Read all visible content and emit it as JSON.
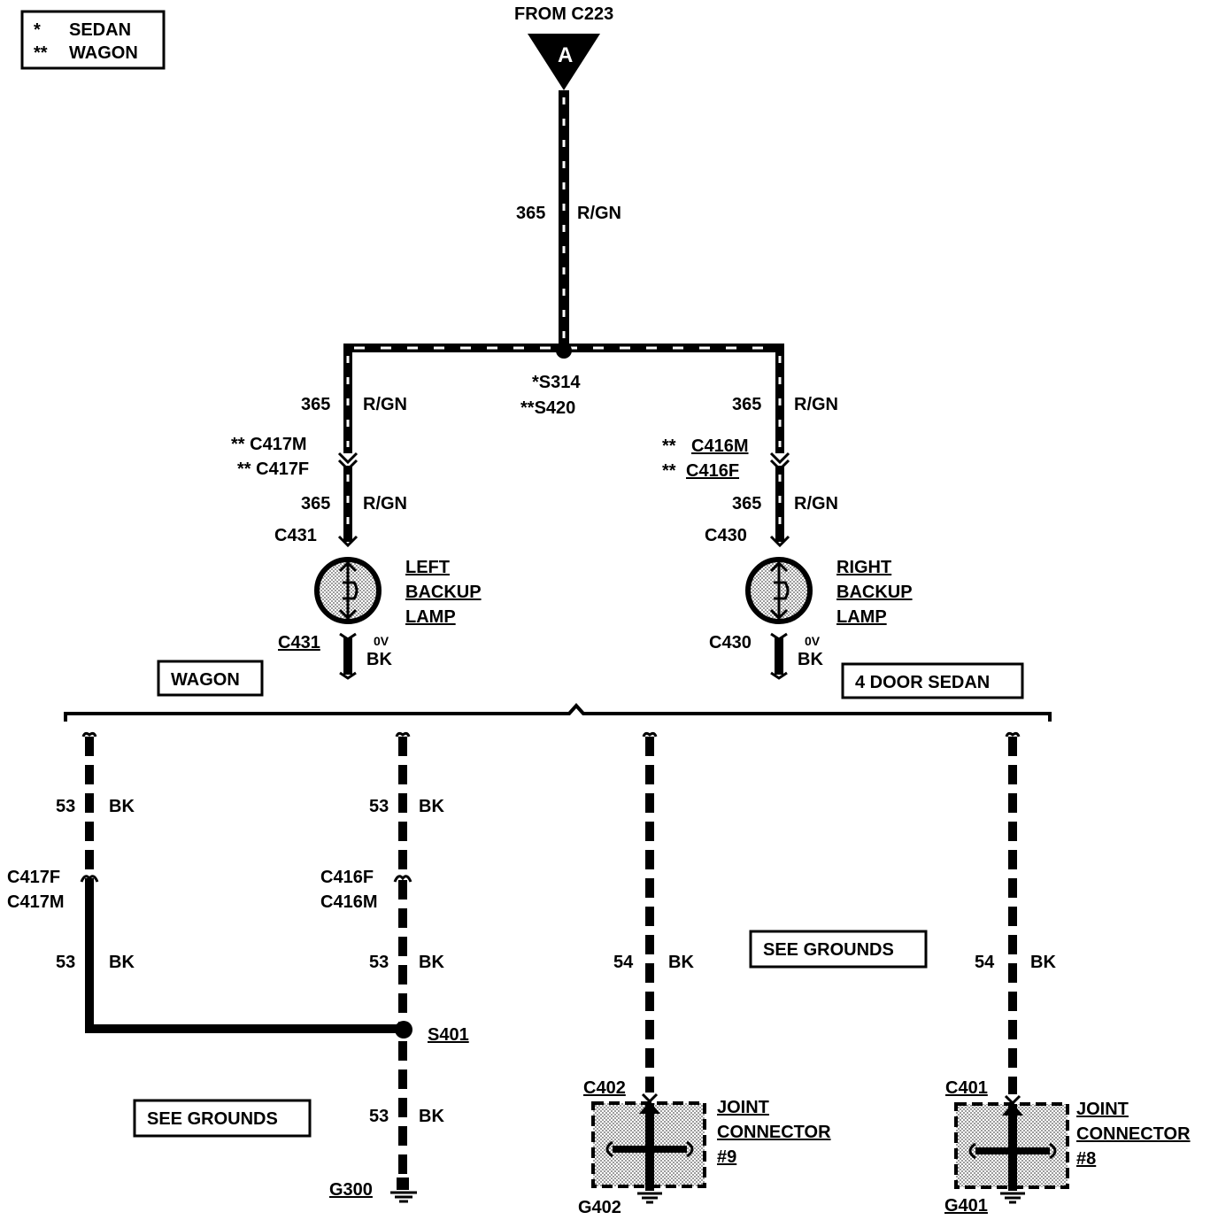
{
  "legend": {
    "sedan_symbol": "*",
    "sedan_label": "SEDAN",
    "wagon_symbol": "**",
    "wagon_label": "WAGON"
  },
  "source": {
    "label": "FROM C223",
    "connector_letter": "A"
  },
  "main_wire": {
    "circuit": "365",
    "color": "R/GN"
  },
  "splice": {
    "sedan": "*S314",
    "wagon": "**S420"
  },
  "left_branch": {
    "circuit_upper": "365",
    "color_upper": "R/GN",
    "connector_m": "** C417M",
    "connector_f": "** C417F",
    "circuit_lower": "365",
    "color_lower": "R/GN",
    "lamp_connector": "C431",
    "lamp_name_1": "LEFT",
    "lamp_name_2": "BACKUP",
    "lamp_name_3": "LAMP",
    "ground_connector": "C431",
    "voltage": "0V",
    "ground_color": "BK"
  },
  "right_branch": {
    "circuit_upper": "365",
    "color_upper": "R/GN",
    "connector_m_prefix": "**",
    "connector_m": "C416M",
    "connector_f_prefix": "**",
    "connector_f": "C416F",
    "circuit_lower": "365",
    "color_lower": "R/GN",
    "lamp_connector": "C430",
    "lamp_name_1": "RIGHT",
    "lamp_name_2": "BACKUP",
    "lamp_name_3": "LAMP",
    "ground_connector": "C430",
    "voltage": "0V",
    "ground_color": "BK"
  },
  "variant_boxes": {
    "wagon": "WAGON",
    "sedan": "4 DOOR SEDAN"
  },
  "ground_wagon_a": {
    "circuit_upper": "53",
    "color_upper": "BK",
    "connector_f": "C417F",
    "connector_m": "C417M",
    "circuit_lower": "53",
    "color_lower": "BK"
  },
  "ground_wagon_b": {
    "circuit_upper": "53",
    "color_upper": "BK",
    "connector_f": "C416F",
    "connector_m": "C416M",
    "circuit_lower": "53",
    "color_lower": "BK",
    "splice": "S401",
    "circuit_bottom": "53",
    "color_bottom": "BK",
    "ground": "G300"
  },
  "ground_sedan_a": {
    "circuit": "54",
    "color": "BK",
    "connector": "C402",
    "joint_1": "JOINT",
    "joint_2": "CONNECTOR",
    "joint_3": "#9",
    "ground": "G402"
  },
  "ground_sedan_b": {
    "circuit": "54",
    "color": "BK",
    "connector": "C401",
    "joint_1": "JOINT",
    "joint_2": "CONNECTOR",
    "joint_3": "#8",
    "ground": "G401"
  },
  "see_grounds": {
    "left": "SEE GROUNDS",
    "right": "SEE GROUNDS"
  }
}
